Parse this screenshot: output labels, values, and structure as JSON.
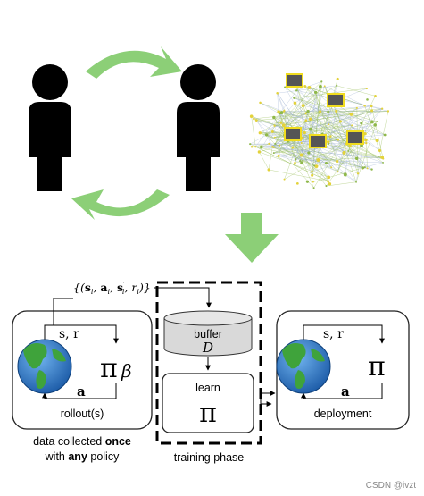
{
  "colors": {
    "cycle_arrow": "#8ccf77",
    "down_arrow": "#8ccf77",
    "person": "#000000",
    "graph_edge": "#8fb84a",
    "graph_node": "#e3d23a",
    "photo_frame": "#f0dc1f",
    "buffer_fill": "#d9d9d9",
    "globe_ocean": "#2d79c9",
    "globe_land": "#3fa33b",
    "watermark": "#888888"
  },
  "icons": [
    "person-icon",
    "cycle-arrow-icon",
    "knowledge-graph-image",
    "down-arrow-icon",
    "globe-icon"
  ],
  "dataset_label": "{(s_i, a_i, s'_i, r_i)}",
  "online_loop": {
    "state_reward": "s, r",
    "action": "a",
    "policy": "π",
    "policy_sub": "β",
    "caption": "rollout(s)"
  },
  "note": {
    "line1_a": "data collected ",
    "line1_b": "once",
    "line2_a": "with ",
    "line2_b": "any",
    "line2_c": " policy"
  },
  "training": {
    "buffer_label": "buffer",
    "buffer_symbol": "D",
    "learn_label": "learn",
    "learn_symbol": "π",
    "caption": "training phase"
  },
  "deployment": {
    "state_reward": "s, r",
    "action": "a",
    "policy": "π",
    "caption": "deployment"
  },
  "watermark": "CSDN @ivzt"
}
